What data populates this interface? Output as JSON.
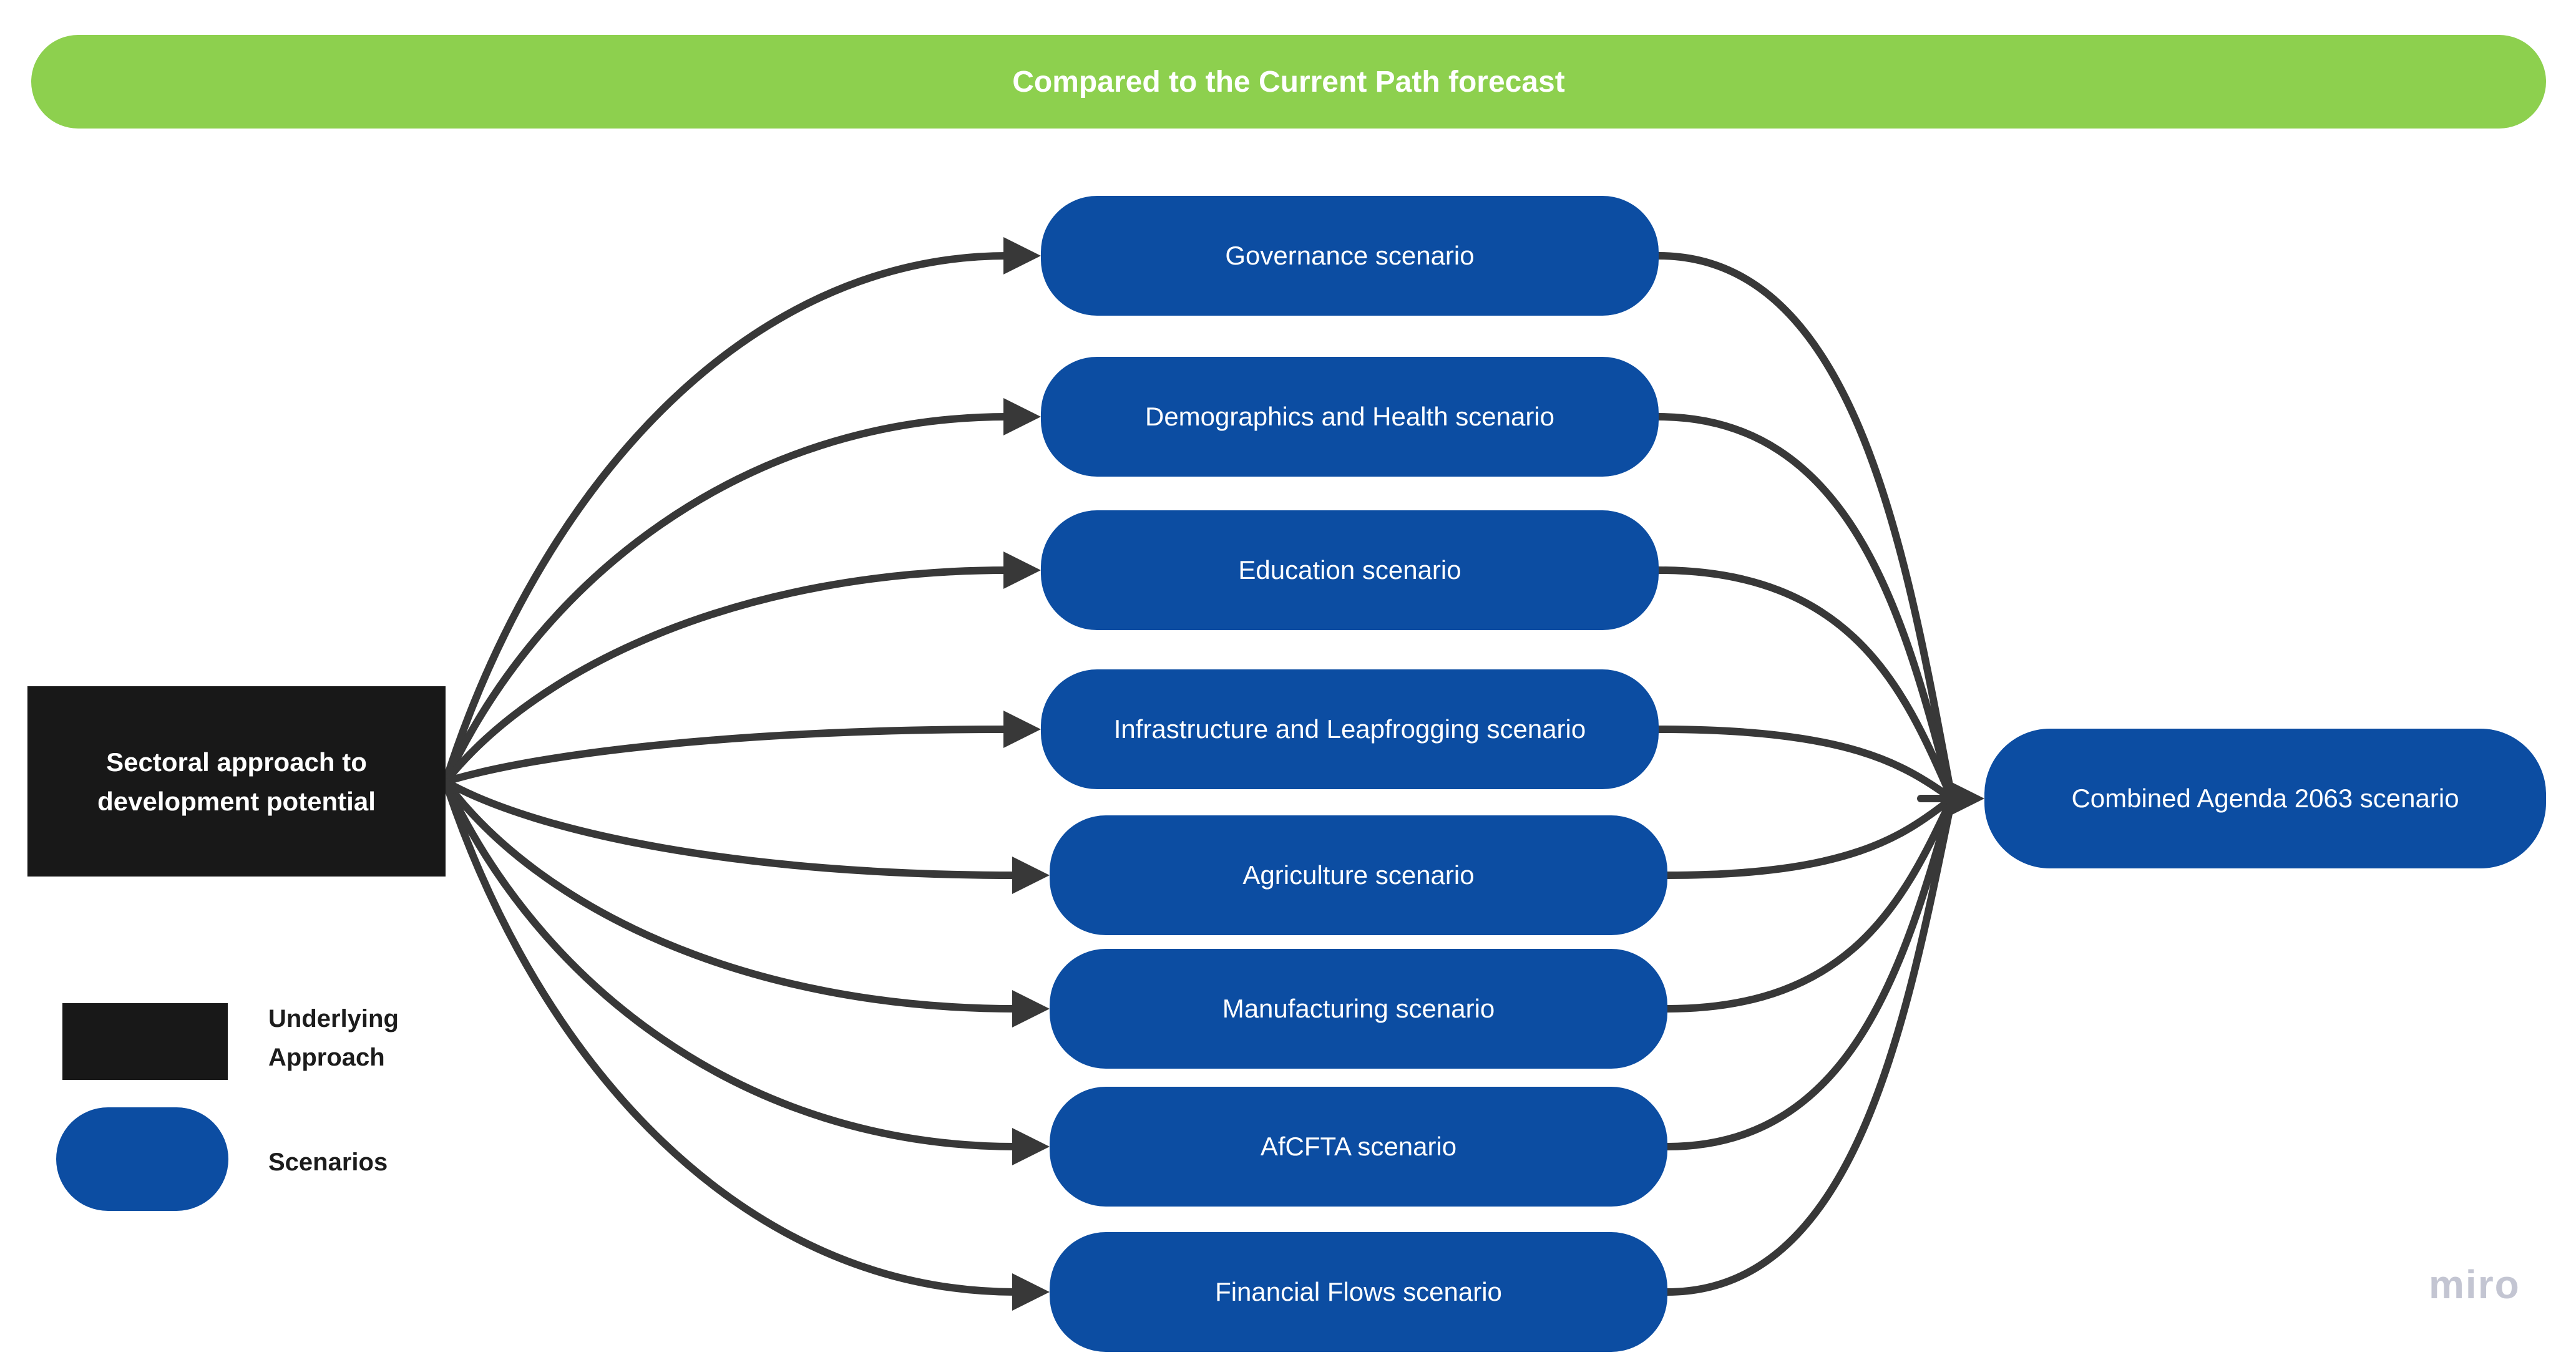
{
  "banner": {
    "title": "Compared to the Current Path forecast"
  },
  "source": {
    "label": "Sectoral approach to development potential"
  },
  "scenarios": [
    {
      "label": "Governance scenario"
    },
    {
      "label": "Demographics and Health scenario"
    },
    {
      "label": "Education scenario"
    },
    {
      "label": "Infrastructure and Leapfrogging scenario"
    },
    {
      "label": "Agriculture scenario"
    },
    {
      "label": "Manufacturing scenario"
    },
    {
      "label": "AfCFTA scenario"
    },
    {
      "label": "Financial Flows scenario"
    }
  ],
  "combined": {
    "label": "Combined Agenda 2063 scenario"
  },
  "legend": {
    "approach_label": "Underlying Approach",
    "scenarios_label": "Scenarios"
  },
  "watermark": "miro",
  "colors": {
    "banner_green": "#8dd04e",
    "scenario_blue": "#0c4da2",
    "approach_black": "#181818",
    "arrow_gray": "#383838",
    "watermark_gray": "#c3c5d2"
  }
}
